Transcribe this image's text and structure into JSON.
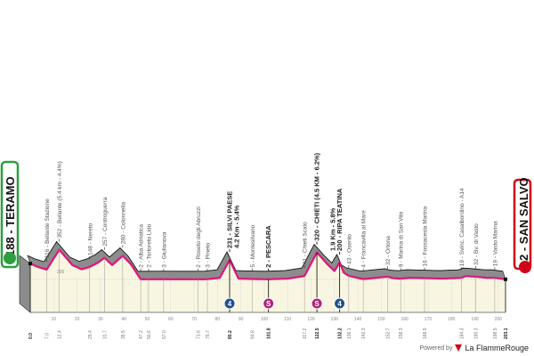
{
  "start": {
    "label": "188 - TERAMO",
    "color": "#2e9e3f"
  },
  "finish": {
    "label": "2 - SAN SALVO",
    "color": "#d0021b"
  },
  "powered_by": {
    "prefix": "Powered by",
    "brand": "La FlammeRouge"
  },
  "colors": {
    "profile_line": "#e0137d",
    "profile_fill": "#f8f6e0",
    "relief": "#8c8c8c",
    "kom_badge": "#1f4f8f",
    "sprint_badge": "#b0237a"
  },
  "chart_data": {
    "type": "area",
    "xlabel": "",
    "ylabel": "",
    "xlim": [
      0,
      203.1
    ],
    "x_ticks": [
      10,
      20,
      30,
      40,
      50,
      60,
      70,
      80,
      90,
      100,
      110,
      120,
      130,
      140,
      150,
      160,
      170,
      180,
      190,
      200
    ],
    "y_reference_label": "200",
    "profile": [
      [
        0,
        188
      ],
      [
        3,
        150
      ],
      [
        7,
        116
      ],
      [
        12.4,
        352
      ],
      [
        18,
        170
      ],
      [
        22,
        120
      ],
      [
        25.4,
        148
      ],
      [
        29,
        200
      ],
      [
        31.7,
        257
      ],
      [
        35,
        170
      ],
      [
        39.5,
        280
      ],
      [
        43,
        180
      ],
      [
        47.2,
        2
      ],
      [
        50.6,
        2
      ],
      [
        57,
        3
      ],
      [
        71.6,
        2
      ],
      [
        75.7,
        3
      ],
      [
        81,
        20
      ],
      [
        85.2,
        231
      ],
      [
        89,
        10
      ],
      [
        94.8,
        5
      ],
      [
        101.8,
        2
      ],
      [
        110,
        10
      ],
      [
        117.2,
        41
      ],
      [
        122.5,
        320
      ],
      [
        127,
        180
      ],
      [
        130,
        100
      ],
      [
        132.2,
        200
      ],
      [
        134,
        80
      ],
      [
        136.1,
        43
      ],
      [
        142.3,
        4
      ],
      [
        148,
        20
      ],
      [
        152.7,
        32
      ],
      [
        155,
        15
      ],
      [
        158.3,
        9
      ],
      [
        162,
        20
      ],
      [
        168.5,
        16
      ],
      [
        176,
        10
      ],
      [
        184.3,
        19
      ],
      [
        186,
        40
      ],
      [
        190.3,
        32
      ],
      [
        195,
        20
      ],
      [
        198.5,
        19
      ],
      [
        203.1,
        2
      ]
    ],
    "km_marks": [
      {
        "km": "0.0",
        "bold": true
      },
      {
        "km": "7.0"
      },
      {
        "km": "12.4"
      },
      {
        "km": "25.4"
      },
      {
        "km": "31.7"
      },
      {
        "km": "39.5"
      },
      {
        "km": "47.2"
      },
      {
        "km": "50.6"
      },
      {
        "km": "57.0"
      },
      {
        "km": "71.6"
      },
      {
        "km": "75.7"
      },
      {
        "km": "85.2",
        "bold": true
      },
      {
        "km": "94.8"
      },
      {
        "km": "101.8",
        "bold": true
      },
      {
        "km": "117.2"
      },
      {
        "km": "122.5",
        "bold": true
      },
      {
        "km": "132.2",
        "bold": true
      },
      {
        "km": "136.1"
      },
      {
        "km": "142.3"
      },
      {
        "km": "152.7"
      },
      {
        "km": "158.3"
      },
      {
        "km": "168.5"
      },
      {
        "km": "184.3"
      },
      {
        "km": "190.3"
      },
      {
        "km": "198.5"
      },
      {
        "km": "203.1",
        "bold": true
      }
    ],
    "places": [
      {
        "km": 7.0,
        "text": "116 - Bellante Stazione"
      },
      {
        "km": 12.4,
        "text": "352 - Bellante (5.4 km - 4.4%)"
      },
      {
        "km": 25.4,
        "text": "148 - Nereto"
      },
      {
        "km": 31.7,
        "text": "257 - Controguerra"
      },
      {
        "km": 39.5,
        "text": "280 - Colonnella"
      },
      {
        "km": 47.2,
        "text": "2 - Alba Adriatica"
      },
      {
        "km": 50.6,
        "text": "2 - Tortoreto Lido"
      },
      {
        "km": 57.0,
        "text": "3 - Giulianova"
      },
      {
        "km": 71.6,
        "text": "2 - Roseto degli Abruzzi"
      },
      {
        "km": 75.7,
        "text": "3 - Pineto"
      },
      {
        "km": 85.2,
        "text": "231 - SILVI PAESE",
        "sub": "4.2 Km - 5.4%",
        "bold": true
      },
      {
        "km": 94.8,
        "text": "5 - Montesilvano"
      },
      {
        "km": 101.8,
        "text": "2 - PESCARA",
        "bold": true
      },
      {
        "km": 117.2,
        "text": "41 - Chieti Scalo"
      },
      {
        "km": 122.5,
        "text": "320 - CHIETI (4.5 KM - 6.2%)",
        "bold": true
      },
      {
        "km": 132.2,
        "text": "200 - RIPA TEATINA",
        "sub": "1.9 Km - 5.8%",
        "bold": true
      },
      {
        "km": 136.1,
        "text": "43 - Osento"
      },
      {
        "km": 142.3,
        "text": "4 - Francavilla al Mare"
      },
      {
        "km": 152.7,
        "text": "32 - Ortona"
      },
      {
        "km": 158.3,
        "text": "9 - Marina di San Vito"
      },
      {
        "km": 168.5,
        "text": "16 - Fossacesia Marina"
      },
      {
        "km": 184.3,
        "text": "19 - Svinc. Casalbordino - A14"
      },
      {
        "km": 190.3,
        "text": "32 - Bv. di Vasto"
      },
      {
        "km": 198.5,
        "text": "19 - Vasto Marina"
      }
    ],
    "badges": [
      {
        "km": 85.2,
        "type": "kom",
        "label": "4"
      },
      {
        "km": 101.8,
        "type": "sprint",
        "label": "S"
      },
      {
        "km": 122.5,
        "type": "sprint",
        "label": "S"
      },
      {
        "km": 132.2,
        "type": "kom",
        "label": "4"
      }
    ]
  }
}
